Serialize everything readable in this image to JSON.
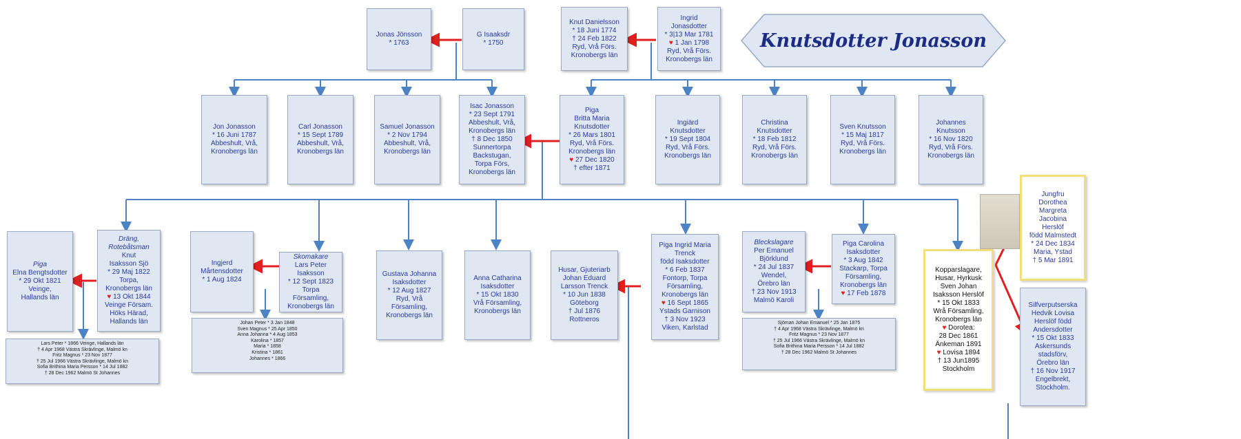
{
  "title": "Knutsdotter Jonasson",
  "colors": {
    "line": "#4c83c4",
    "arrow": "#e02020",
    "box": "#dfe7f3",
    "yellow_border": "#f2de7a"
  },
  "people": {
    "jonas_jonsson": {
      "lines": [
        "Jonas Jönsson",
        "* 1763"
      ]
    },
    "g_isaaksdr": {
      "lines": [
        "G Isaaksdr",
        "* 1750"
      ]
    },
    "knut_danielsson": {
      "lines": [
        "Knut Danielsson",
        "* 18 Juni 1774",
        "† 24 Feb 1822",
        "Ryd, Vrå Förs.",
        "Kronobergs län"
      ]
    },
    "ingrid_jonasdotter": {
      "lines": [
        "Ingrid",
        "Jonasdotter",
        "* 3|13 Mar 1781",
        "♥ 1 Jan 1798",
        "Ryd, Vrå Förs.",
        "Kronobergs län"
      ]
    },
    "jon_jonasson": {
      "lines": [
        "Jon Jonasson",
        "* 16 Juni 1787",
        "Abbeshult, Vrå,",
        "Kronobergs län"
      ]
    },
    "carl_jonasson": {
      "lines": [
        "Carl Jonasson",
        "* 15 Sept 1789",
        "Abbeshult, Vrå,",
        "Kronobergs län"
      ]
    },
    "samuel_jonasson": {
      "lines": [
        "Samuel Jonasson",
        "* 2 Nov 1794",
        "Abbeshult, Vrå,",
        "Kronobergs län"
      ]
    },
    "isac_jonasson": {
      "lines": [
        "Isac Jonasson",
        "* 23 Sept 1791",
        "Abbeshult, Vrå,",
        "Kronobergs län",
        "† 8 Dec 1850",
        "Sunnertorpa",
        "Backstugan,",
        "Torpa Förs,",
        "Kronobergs län"
      ]
    },
    "britta_maria": {
      "lines": [
        "Piga",
        "Britta Maria",
        "Knutsdotter",
        "* 26 Mars 1801",
        "Ryd, Vrå Förs.",
        "Kronobergs län",
        "♥ 27 Dec 1820",
        "† efter 1871"
      ]
    },
    "ingiard": {
      "lines": [
        "Ingiärd",
        "Knutsdotter",
        "* 19 Sept 1804",
        "Ryd, Vrå Förs.",
        "Kronobergs län"
      ]
    },
    "christina": {
      "lines": [
        "Christina",
        "Knutsdotter",
        "* 18 Feb 1812",
        "Ryd, Vrå Förs.",
        "Kronobergs län"
      ]
    },
    "sven_knutsson": {
      "lines": [
        "Sven Knutsson",
        "* 15 Maj 1817",
        "Ryd, Vrå Förs.",
        "Kronobergs län"
      ]
    },
    "johannes_knutsson": {
      "lines": [
        "Johannes",
        "Knutsson",
        "* 16 Nov 1820",
        "Ryd, Vrå Förs.",
        "Kronobergs län"
      ]
    },
    "elna": {
      "lines": [
        "Piga",
        "Elna Bengtsdotter",
        "* 29 Okt 1821",
        "Veinge,",
        "Hallands län"
      ]
    },
    "knut_isaksson": {
      "lines": [
        "Dräng,",
        "Rotebåtsman",
        "Knut",
        "Isaksson Sjö",
        "* 29 Maj 1822",
        "Torpa,",
        "Kronobergs län",
        "♥ 13 Okt 1844",
        "Veinge Försam.",
        "Höks Härad,",
        "Hallands län"
      ]
    },
    "ingjerd": {
      "lines": [
        "Ingjerd",
        "Mårtensdotter",
        "* 1 Aug 1824"
      ]
    },
    "lars_peter": {
      "lines": [
        "Skomakare",
        "Lars Peter",
        "Isaksson",
        "* 12 Sept 1823",
        "Torpa",
        "Församling,",
        "Kronobergs län"
      ]
    },
    "gustava": {
      "lines": [
        "Gustava Johanna",
        "Isaksdotter",
        "* 12 Aug 1827",
        "Ryd, Vrå",
        "Församling,",
        "Kronobergs län"
      ]
    },
    "anna_catharina": {
      "lines": [
        "Anna Catharina",
        "Isaksdotter",
        "* 15 Okt 1830",
        "Vrå Församling,",
        "Kronobergs län"
      ]
    },
    "johan_eduard": {
      "lines": [
        "Husar, Gjuteriarb",
        "Johan Eduard",
        "Larsson Trenck",
        "* 10 Jun 1838",
        "Göteborg",
        "† Jul 1876",
        "Rottneros"
      ]
    },
    "ingrid_maria": {
      "lines": [
        "Piga Ingrid Maria",
        "Trenck",
        "född Isaksdotter",
        "* 6 Feb 1837",
        "Fontorp, Torpa",
        "Församling,",
        "Kronobergs län",
        "♥ 16 Sept 1865",
        "Ystads Garnison",
        "† 3 Nov 1923",
        "Viken, Karlstad"
      ]
    },
    "per_emanuel": {
      "lines": [
        "Bleckslagare",
        "Per Emanuel",
        "Björklund",
        "* 24 Jul 1837",
        "Wendel,",
        "Örebro län",
        "† 23 Nov 1913",
        "Malmö Karoli"
      ]
    },
    "carolina": {
      "lines": [
        "Piga Carolina",
        "Isaksdotter",
        "* 3 Aug 1842",
        "Stackarp, Torpa",
        "Församling,",
        "Kronobergs län",
        "♥ 17 Feb 1878"
      ]
    },
    "sven_johan": {
      "lines": [
        "Kopparslagare,",
        "Husar, Hyrkusk",
        "Sven Johan",
        "Isaksson Herslöf",
        "* 15 Okt 1833",
        "Wrå Församling,",
        "Kronobergs län",
        "♥ Dorotea:",
        "28 Dec 1861",
        "Änkeman 1891",
        "♥ Lovisa 1894",
        "† 13 Jun1895",
        "Stockholm"
      ]
    },
    "dorothea": {
      "lines": [
        "Jungfru",
        "Dorothea",
        "Margreta",
        "Jacobina",
        "Herslöf",
        "född Malmstedt",
        "* 24 Dec 1834",
        "Maria, Ystad",
        "† 5 Mar 1891"
      ]
    },
    "hedvik_lovisa": {
      "lines": [
        "Silfverputserska",
        "Hedvik Lovisa",
        "Herslöf född",
        "Andersdotter",
        "* 15 Okt 1833",
        "Askersunds",
        "stadsförv,",
        "Örebro län",
        "† 16 Nov 1917",
        "Engelbrekt,",
        "Stockholm."
      ]
    }
  },
  "notes": {
    "knut_children": "Lars Peter   * 1866 Veinge, Hallands län\n† 4 Apr 1968 Västra Skrävlinge, Malmö kn\nFritz  Magnus  * 23 Nov 1877\n† 25 Jul 1966 Västra Skrävlinge, Malmö kn\nSofia Brithina Maria Persson  * 14 Jul 1882\n† 28 Dec 1962 Malmö St Johannes",
    "lars_children": "Johan Peter   * 3 Jan 1848\nSven Magnus   * 25 Apr 1850\nAnna Johanna  * 4 Aug 1853\nKarolina  * 1857\nMaria   * 1858\nKristina  * 1861\nJohannes * 1866",
    "per_children": "Sjöman Johan Emanuel   * 25 Jan 1875\n† 4 Apr 1968 Västra Skrävlinge, Malmö kn\nFritz  Magnus  * 23 Nov 1877\n† 25 Jul 1966 Västra Skrävlinge, Malmö kn\nSofia Brithina Maria Persson  * 14 Jul 1882\n† 28 Dec 1962 Malmö St Johannes"
  }
}
